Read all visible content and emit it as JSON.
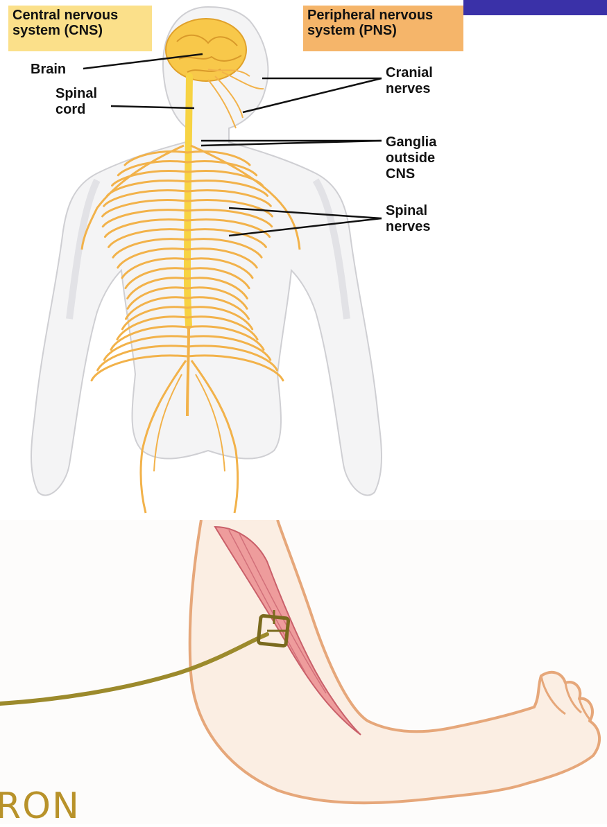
{
  "header_boxes": {
    "cns": "Central nervous\nsystem (CNS)",
    "pns": "Peripheral nervous\nsystem (PNS)"
  },
  "labels": {
    "brain": "Brain",
    "spinal_cord": "Spinal\ncord",
    "cranial_nerves": "Cranial\nnerves",
    "ganglia": "Ganglia\noutside\nCNS",
    "spinal_nerves": "Spinal\nnerves"
  },
  "bottom": {
    "neuron_fragment": "RON"
  },
  "colors": {
    "cns_box": "#fbe08a",
    "pns_box": "#f5b56a",
    "nerve": "#f2b24a",
    "spinal_cord": "#f7d343",
    "brain": "#f8c84a",
    "muscle": "#e58a8a",
    "neuron": "#9c8a2c",
    "arm_outline": "#e6a77a",
    "header_bar": "#3a31a8"
  },
  "icons": [
    "human-body-figure",
    "brain-icon",
    "arm-figure",
    "muscle-icon",
    "neuron-axon-icon"
  ]
}
